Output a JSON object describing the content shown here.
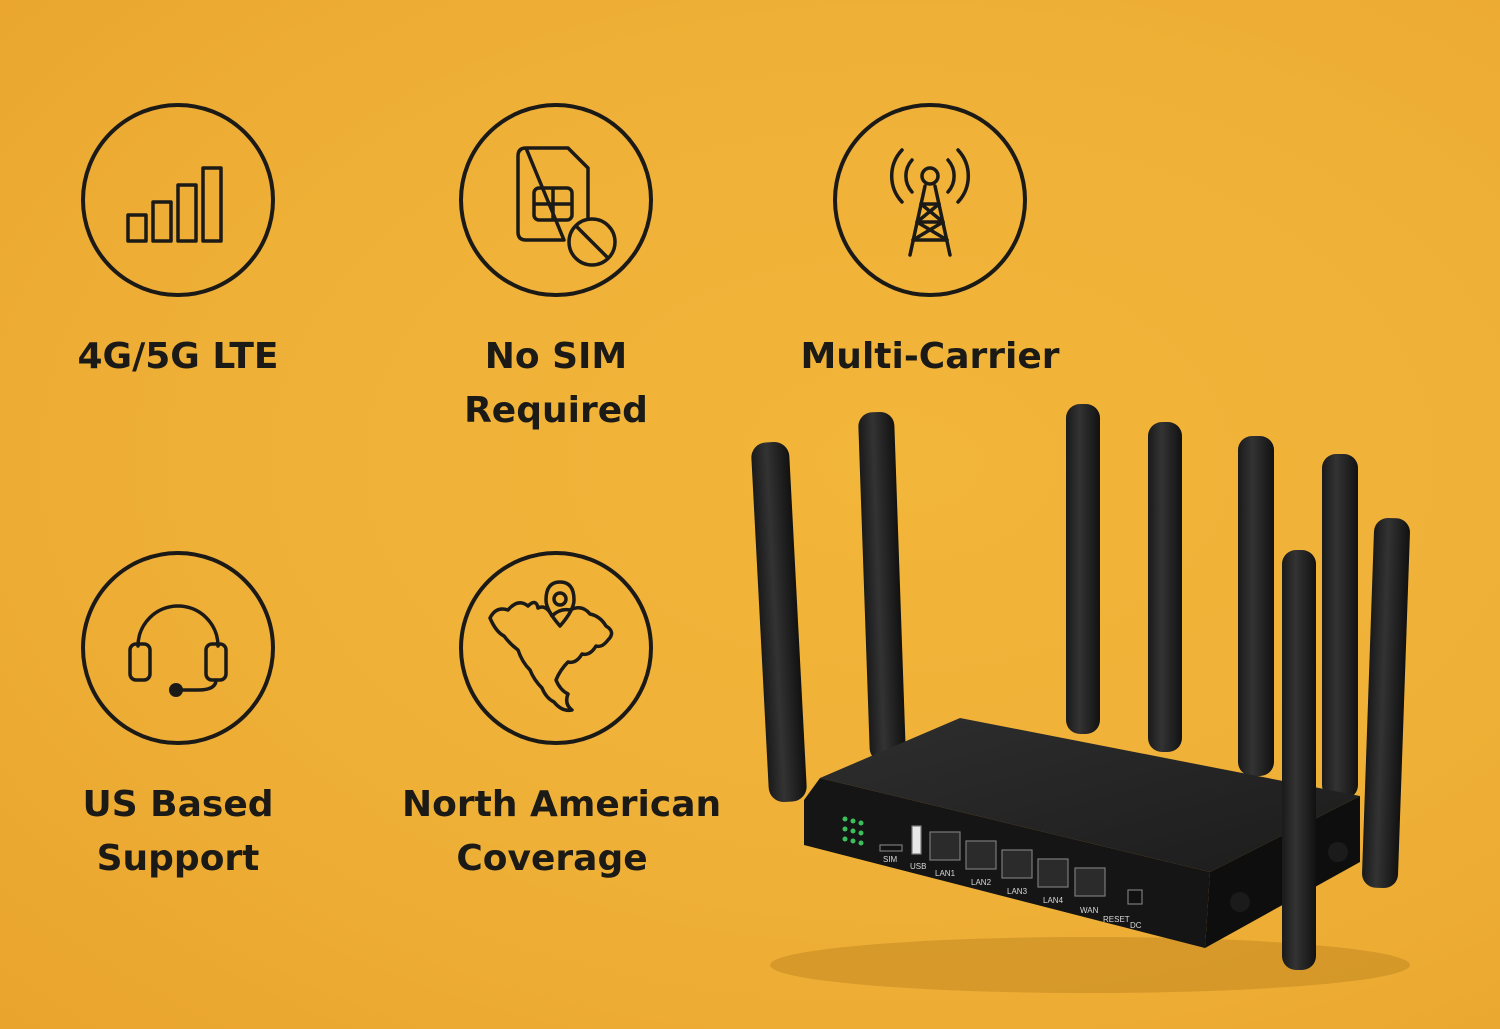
{
  "background_color": "#efb037",
  "ink_color": "#1b1a17",
  "features": [
    {
      "icon": "signal-bars-icon",
      "lines": [
        "4G/5G LTE"
      ]
    },
    {
      "icon": "no-sim-icon",
      "lines": [
        "No SIM",
        "Required"
      ]
    },
    {
      "icon": "cell-tower-icon",
      "lines": [
        "Multi-Carrier"
      ]
    },
    {
      "icon": "headset-icon",
      "lines": [
        "US Based",
        "Support"
      ]
    },
    {
      "icon": "north-america-map-icon",
      "lines": [
        "North American",
        "Coverage"
      ]
    }
  ],
  "router": {
    "icon": "router-photo",
    "port_labels": [
      "SIM",
      "USB",
      "LAN1",
      "LAN2",
      "LAN3",
      "LAN4",
      "WAN",
      "RESET",
      "DC"
    ]
  }
}
